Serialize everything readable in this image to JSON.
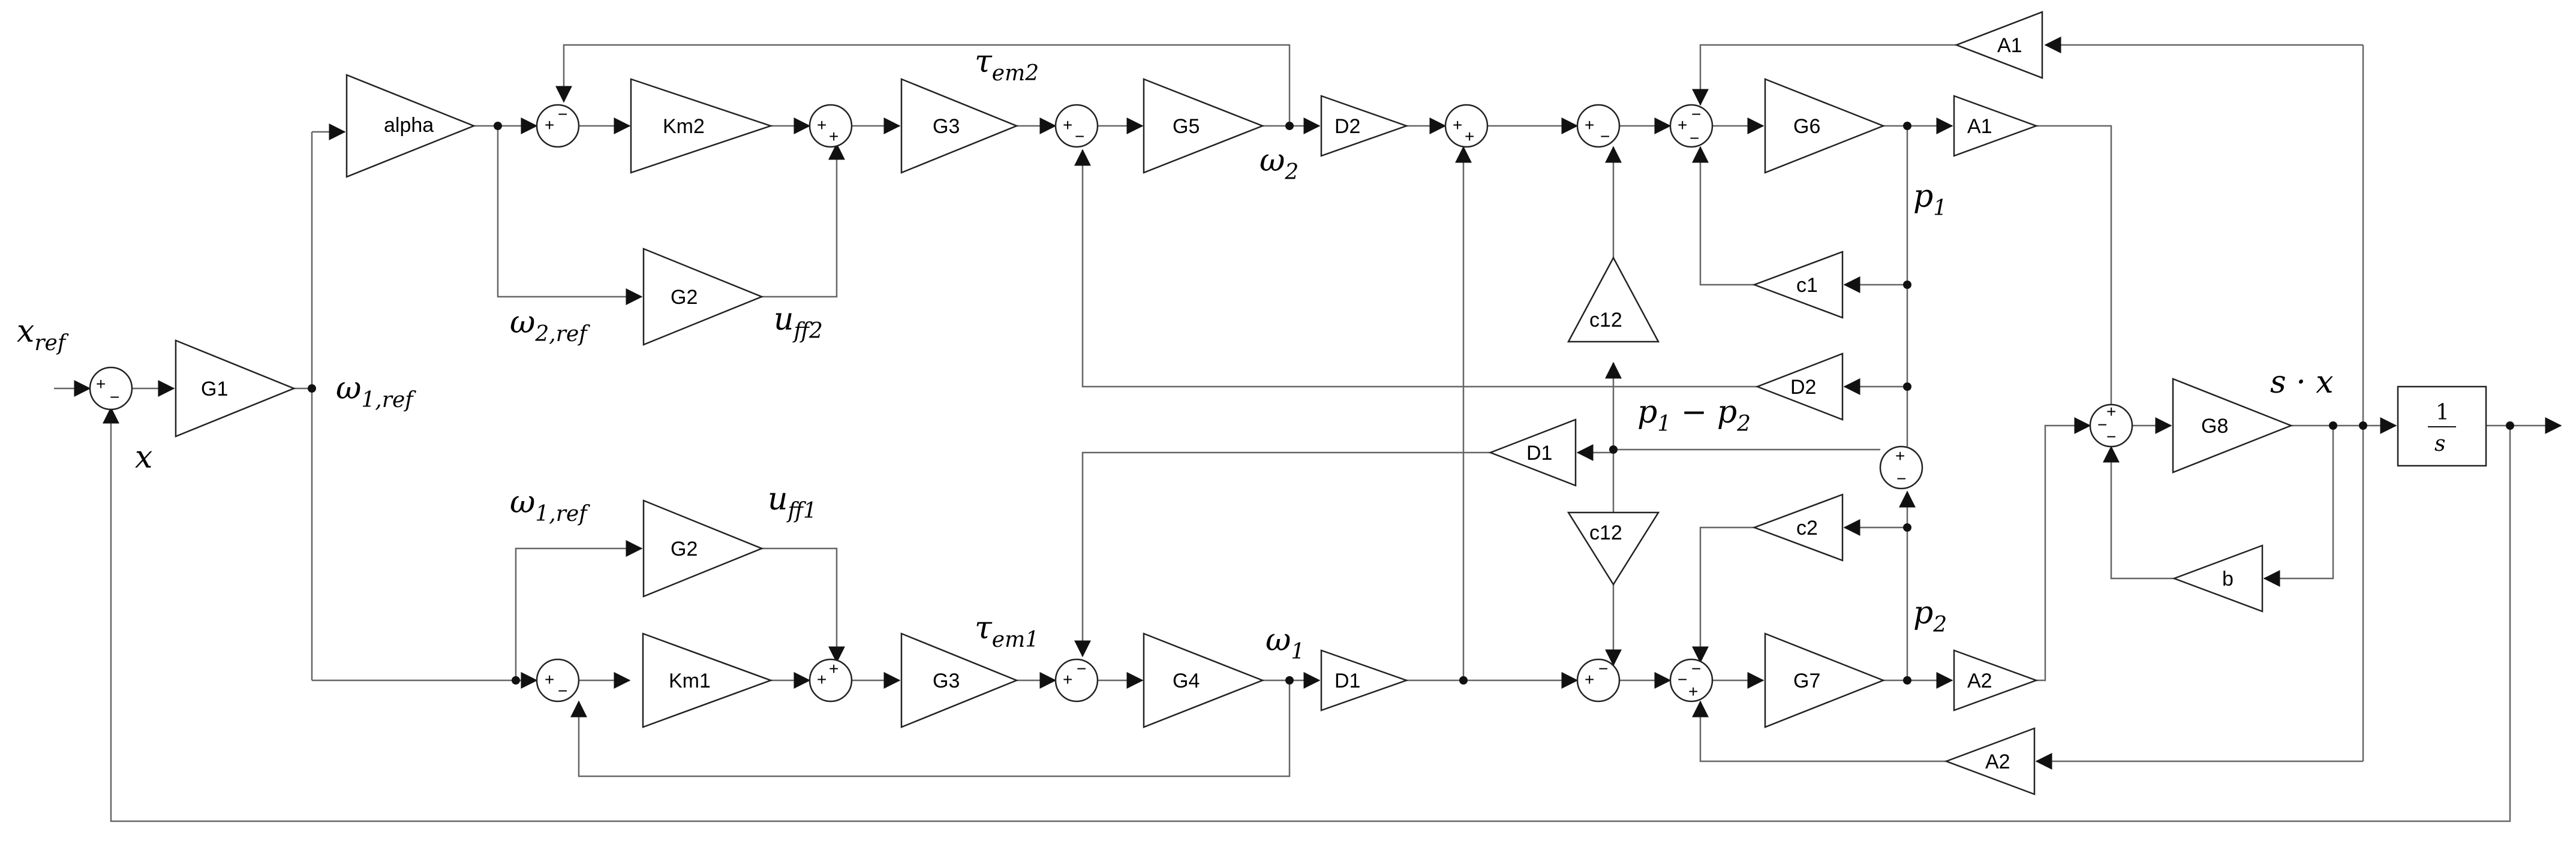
{
  "blocks": {
    "alpha": "alpha",
    "km2": "Km2",
    "g3_top": "G3",
    "g5": "G5",
    "d2_top": "D2",
    "g6": "G6",
    "a1_right": "A1",
    "a1_top": "A1",
    "g2_top": "G2",
    "c1": "c1",
    "c12_up": "c12",
    "d2_mid": "D2",
    "g1": "G1",
    "d1_mid": "D1",
    "g2_bot": "G2",
    "c12_down": "c12",
    "c2": "c2",
    "km1": "Km1",
    "g3_bot": "G3",
    "g4": "G4",
    "d1_bot": "D1",
    "g7": "G7",
    "a2_right": "A2",
    "a2_bot": "A2",
    "g8": "G8",
    "b": "b",
    "int_num": "1",
    "int_den": "s"
  },
  "signals": {
    "x_ref": [
      "x",
      "ref"
    ],
    "x": "x",
    "omega1_ref": [
      "ω",
      "1,ref"
    ],
    "omega2_ref": [
      "ω",
      "2,ref"
    ],
    "omega1_ref_bot": [
      "ω",
      "1,ref"
    ],
    "uff2": [
      "u",
      "ff2"
    ],
    "uff1": [
      "u",
      "ff1"
    ],
    "tau_em2": [
      "τ",
      "em2"
    ],
    "tau_em1": [
      "τ",
      "em1"
    ],
    "omega2": [
      "ω",
      "2"
    ],
    "omega1": [
      "ω",
      "1"
    ],
    "p1": [
      "p",
      "1"
    ],
    "p2": [
      "p",
      "2"
    ],
    "p1_minus_p2": [
      "p",
      "1",
      " − p",
      "2"
    ],
    "s_x": "s · x"
  },
  "sign_symbols": {
    "plus": "+",
    "minus": "−"
  }
}
